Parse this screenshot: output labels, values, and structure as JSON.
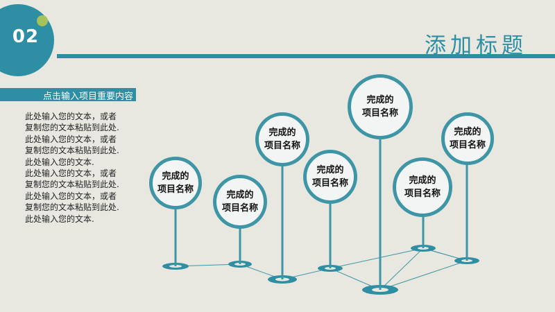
{
  "header": {
    "section_number": "02",
    "title": "添加标题"
  },
  "content": {
    "subtitle": "点击输入项目重要内容",
    "body": "此处输入您的文本，或者\n复制您的文本粘贴到此处.\n此处输入您的文本，或者\n复制您的文本粘贴到此处.\n此处输入您的文本.\n此处输入您的文本，或者\n复制您的文本粘贴到此处.\n此处输入您的文本，或者\n复制您的文本粘贴到此处.\n此处输入您的文本."
  },
  "pins": [
    {
      "label": "完成的\n项目名称"
    },
    {
      "label": "完成的\n项目名称"
    },
    {
      "label": "完成的\n项目名称"
    },
    {
      "label": "完成的\n项目名称"
    },
    {
      "label": "完成的\n项目名称"
    },
    {
      "label": "完成的\n项目名称"
    },
    {
      "label": "完成的\n项目名称"
    }
  ],
  "colors": {
    "accent": "#2e8ea4",
    "secondary": "#a5c35a",
    "background": "#e8e8e0"
  }
}
